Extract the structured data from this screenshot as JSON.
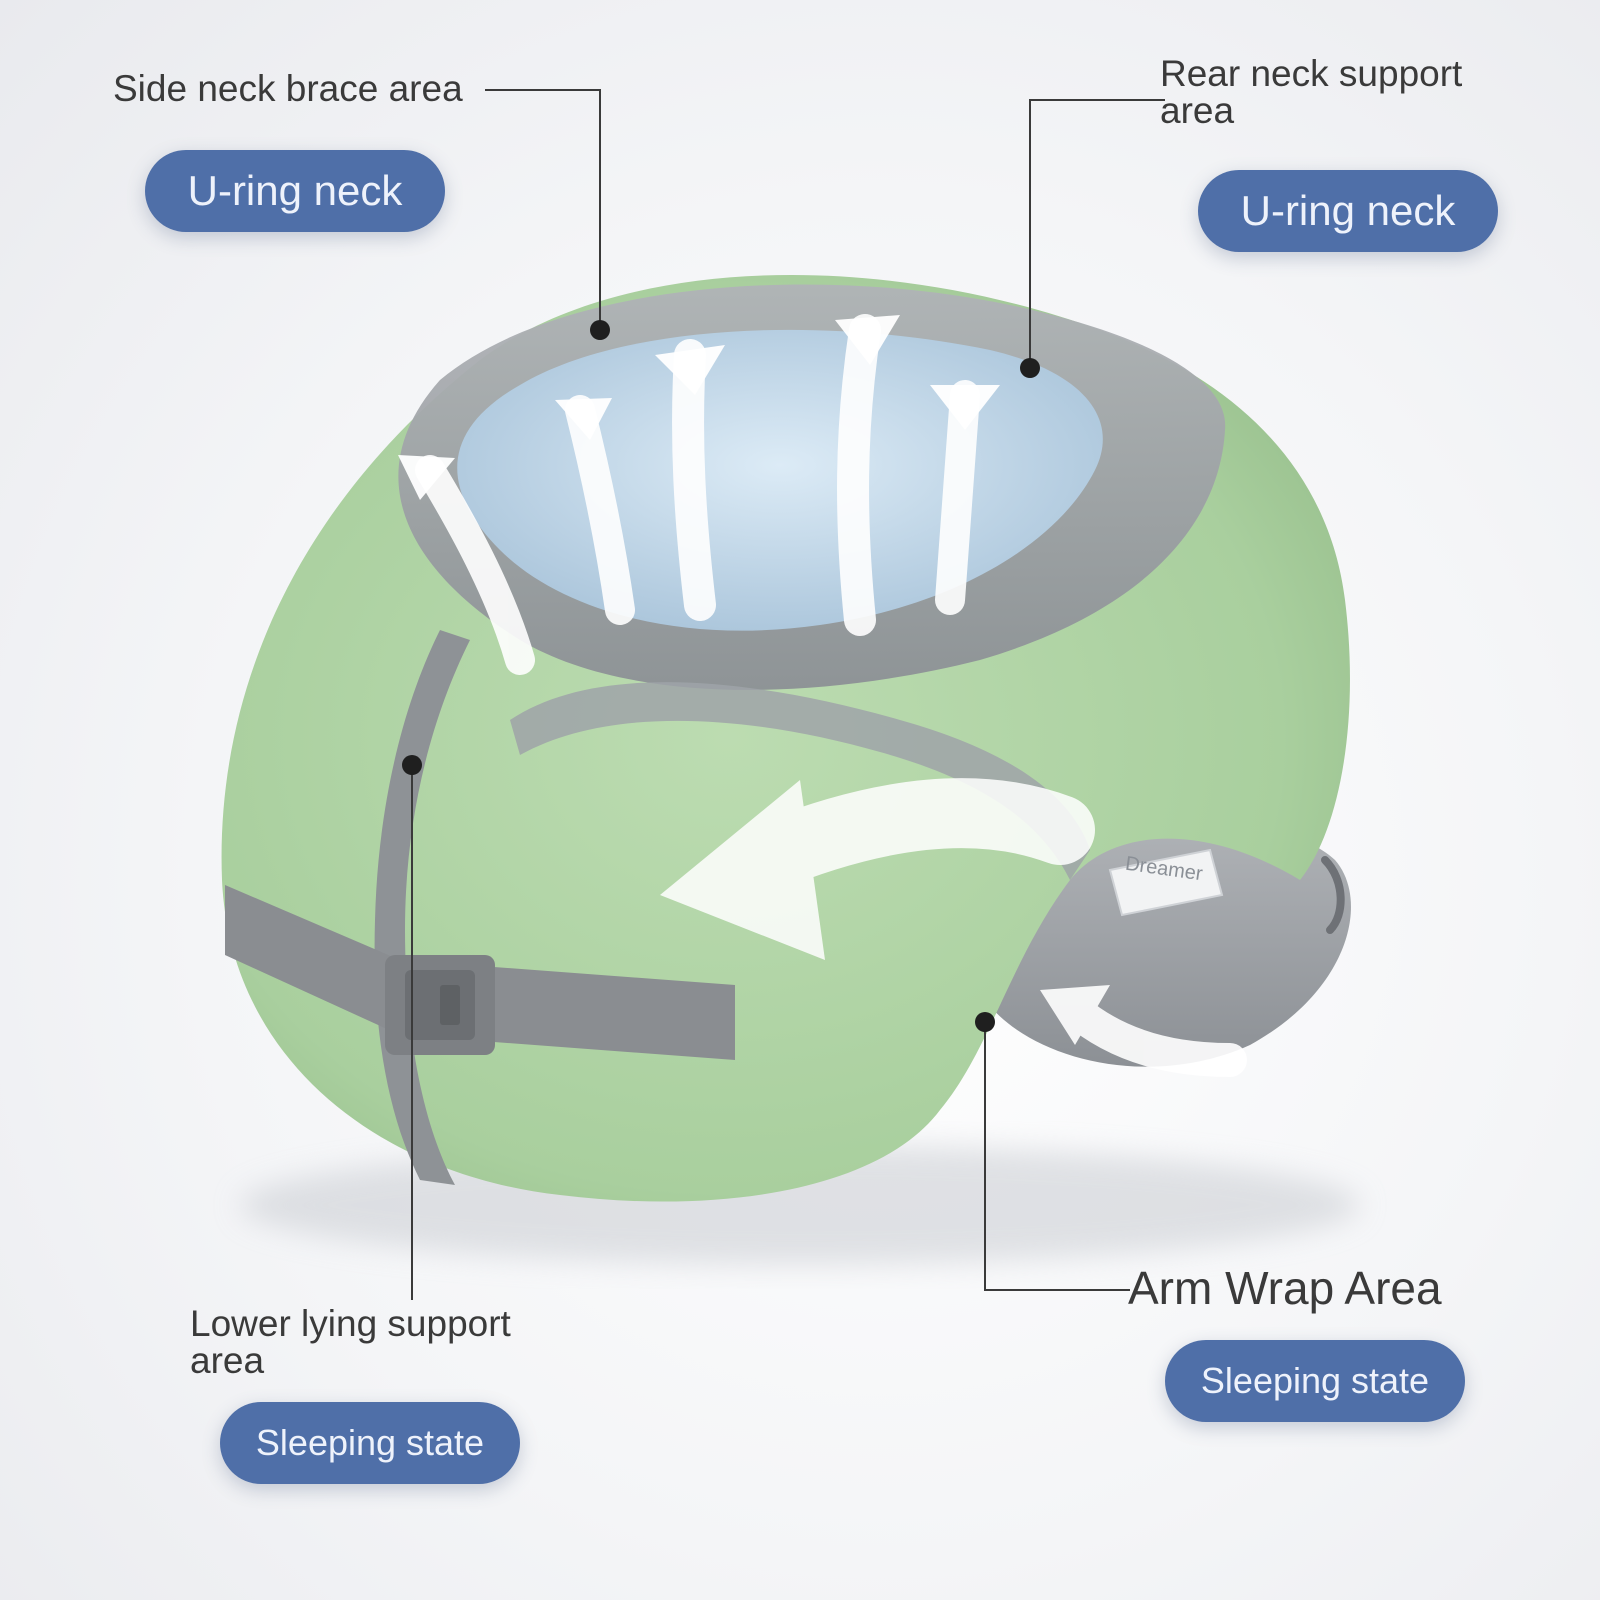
{
  "labels": {
    "side_neck": "Side neck brace area",
    "rear_neck_line1": "Rear neck support",
    "rear_neck_line2": "area",
    "lower_lying_line1": "Lower lying support",
    "lower_lying_line2": "area",
    "arm_wrap": "Arm Wrap Area"
  },
  "badges": {
    "top_left": "U-ring neck",
    "top_right": "U-ring neck",
    "bottom_left": "Sleeping state",
    "bottom_right": "Sleeping state"
  },
  "tag": "Dreamer",
  "colors": {
    "pillow_green": "#a9cf9e",
    "pillow_grey": "#9a9ea3",
    "inner_blue": "#c9dff0",
    "badge_blue": "#4f6fa8",
    "leader_line": "#3a3a3a"
  },
  "icons": [
    "airflow-arrow-icon",
    "wrap-arrow-icon",
    "buckle-icon"
  ]
}
